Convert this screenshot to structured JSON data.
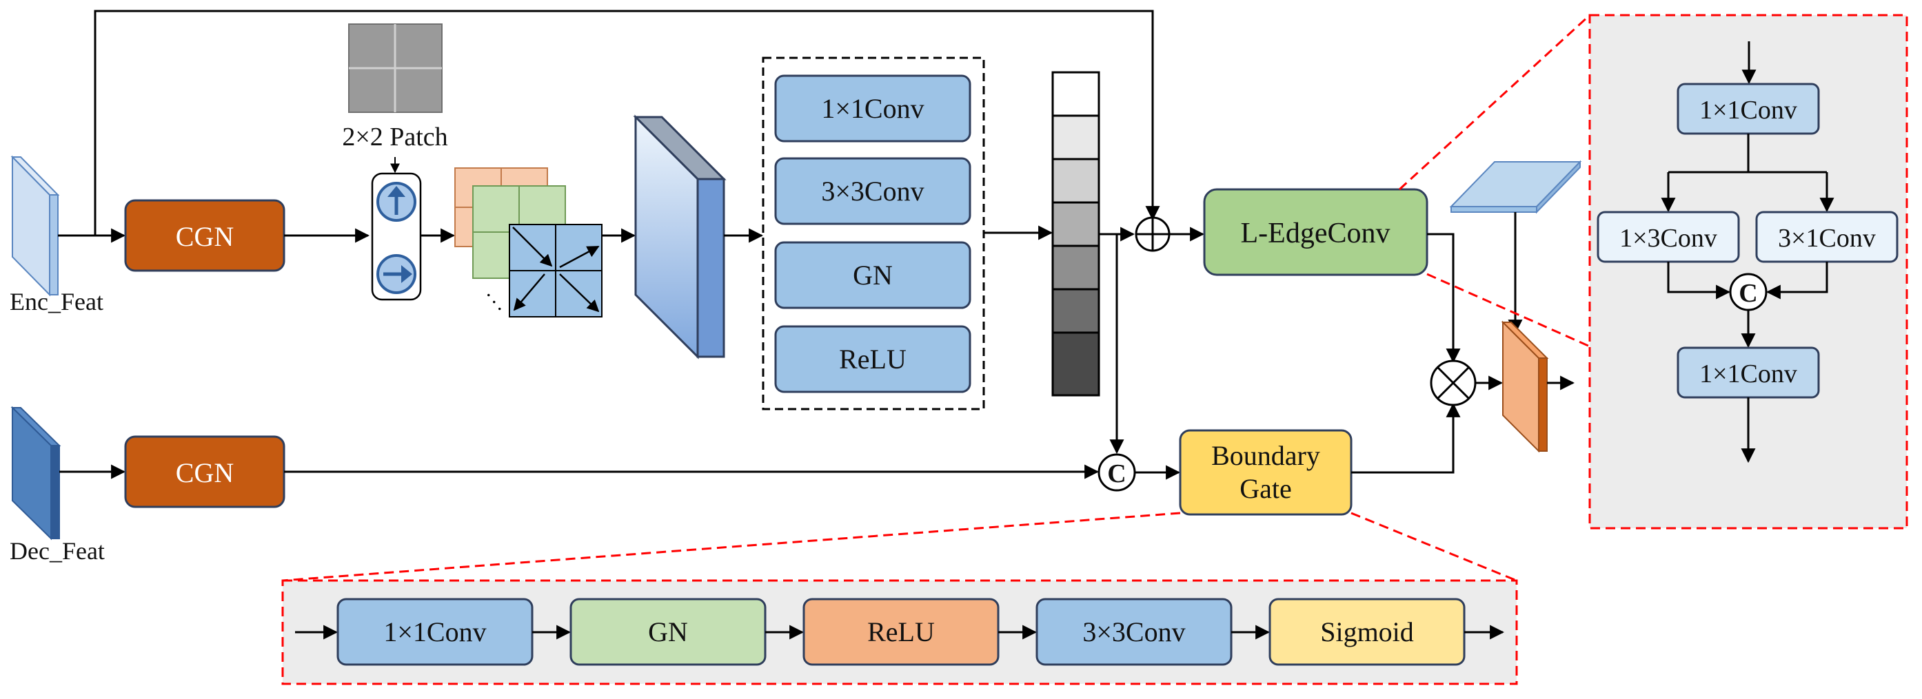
{
  "encoder": {
    "input_label": "Enc_Feat",
    "cgn_label": "CGN",
    "patch_label": "2×2 Patch"
  },
  "decoder": {
    "input_label": "Dec_Feat",
    "cgn_label": "CGN"
  },
  "conv_block": {
    "conv1x1": "1×1Conv",
    "conv3x3": "3×3Conv",
    "gn": "GN",
    "relu": "ReLU"
  },
  "edge_conv": {
    "label": "L-EdgeConv"
  },
  "boundary_gate": {
    "line1": "Boundary",
    "line2": "Gate"
  },
  "concat_symbol": "C",
  "gate_detail": {
    "steps": [
      "1×1Conv",
      "GN",
      "ReLU",
      "3×3Conv",
      "Sigmoid"
    ]
  },
  "edge_detail": {
    "top": "1×1Conv",
    "left": "1×3Conv",
    "right": "3×1Conv",
    "bottom": "1×1Conv"
  },
  "colors": {
    "cgn": "#c55a11",
    "conv_blue": "#9dc3e6",
    "gn_green": "#c5e0b4",
    "relu_orange": "#f4b183",
    "gate_yellow": "#ffd966",
    "sigmoid_yellow": "#ffe699",
    "edge_green": "#a9d18e",
    "dashed_red": "#ff0000",
    "panel_gray": "#ececec"
  }
}
